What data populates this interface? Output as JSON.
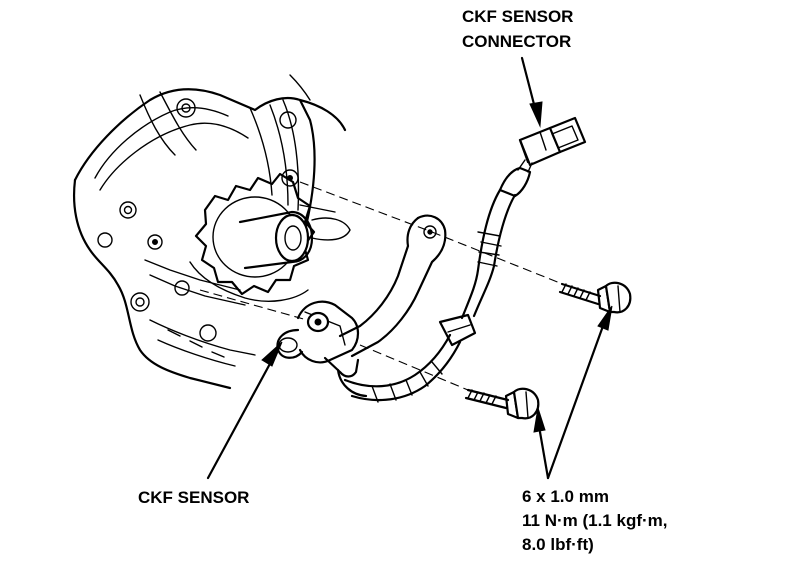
{
  "labels": {
    "connector_line1": "CKF SENSOR",
    "connector_line2": "CONNECTOR",
    "sensor": "CKF SENSOR",
    "bolt_size": "6 x 1.0 mm",
    "torque_line1": "11 N·m (1.1 kgf·m,",
    "torque_line2": "8.0 lbf·ft)"
  }
}
